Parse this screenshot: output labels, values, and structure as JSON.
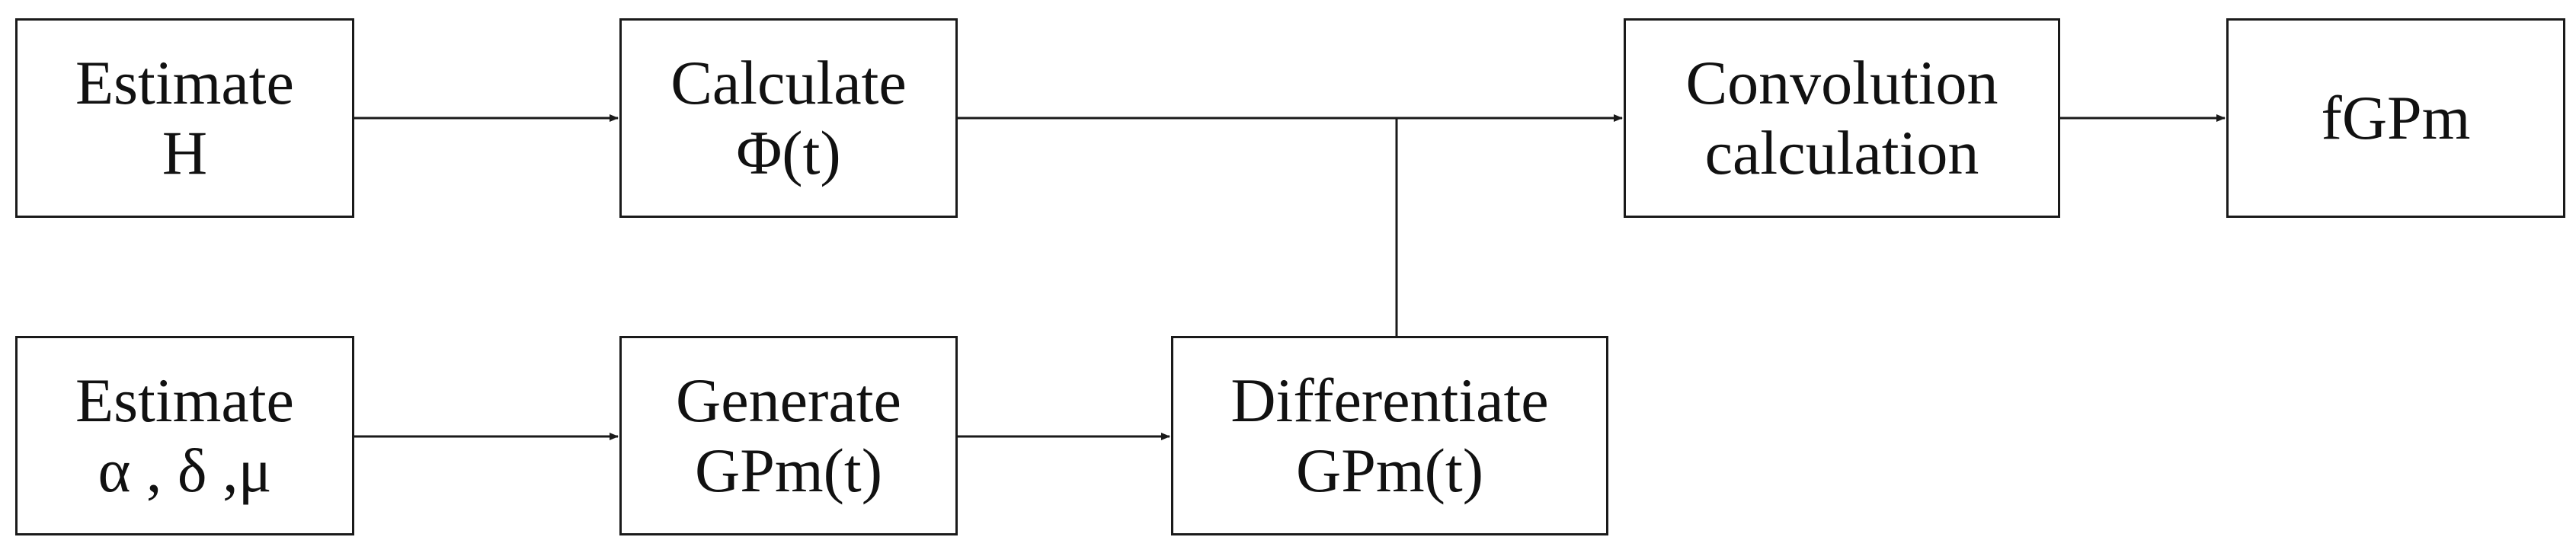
{
  "nodes": {
    "estimate_h": {
      "line1": "Estimate",
      "line2": "H"
    },
    "calculate_phi": {
      "line1": "Calculate",
      "line2": "Φ(t)"
    },
    "convolution": {
      "line1": "Convolution",
      "line2": "calculation"
    },
    "fgpm": {
      "line1": "fGPm"
    },
    "estimate_params": {
      "line1": "Estimate",
      "line2": "α , δ ,μ"
    },
    "generate": {
      "line1": "Generate",
      "line2": "GPm(t)"
    },
    "differentiate": {
      "line1": "Differentiate",
      "line2": "GPm(t)"
    }
  },
  "edges": [
    {
      "from": "estimate_h",
      "to": "calculate_phi"
    },
    {
      "from": "calculate_phi",
      "to": "convolution"
    },
    {
      "from": "convolution",
      "to": "fgpm"
    },
    {
      "from": "estimate_params",
      "to": "generate"
    },
    {
      "from": "generate",
      "to": "differentiate"
    },
    {
      "from": "differentiate",
      "to": "convolution",
      "note": "joins the Φ(t) line"
    }
  ]
}
